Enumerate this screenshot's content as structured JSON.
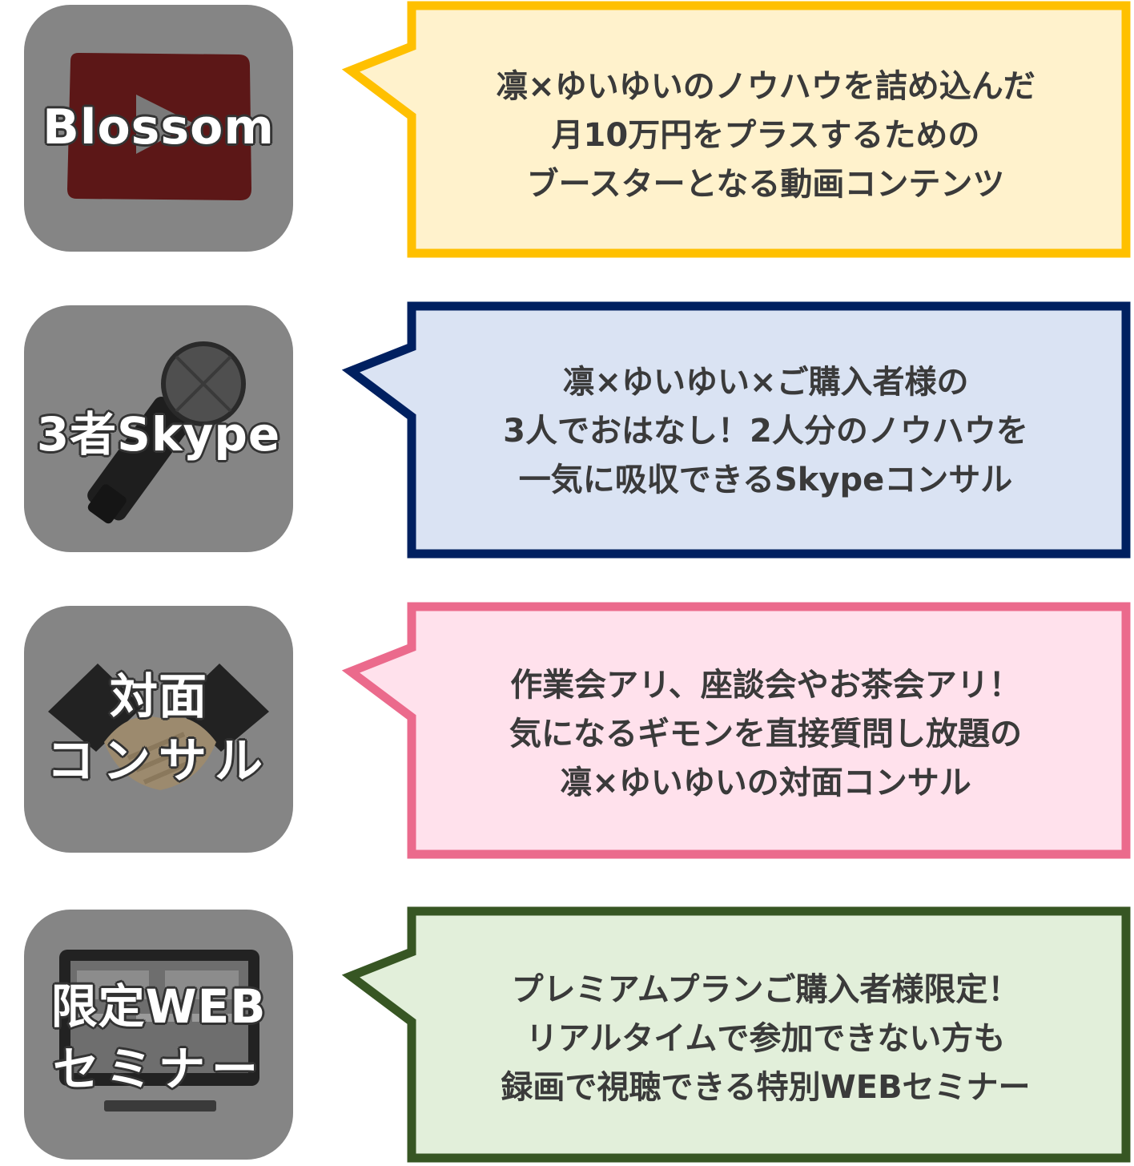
{
  "cards": [
    {
      "label_lines": [
        "Blossom"
      ],
      "icon": "play-button-icon",
      "bubble_border": "#FFC000",
      "bubble_fill": "#FFF2CC",
      "lines": [
        "凛×ゆいゆいのノウハウを詰め込んだ",
        "月10万円をプラスするための",
        "ブースターとなる動画コンテンツ"
      ]
    },
    {
      "label_lines": [
        "3者Skype"
      ],
      "icon": "microphone-icon",
      "bubble_border": "#002060",
      "bubble_fill": "#DAE3F3",
      "lines": [
        "凛×ゆいゆい×ご購入者様の",
        "3人でおはなし！2人分のノウハウを",
        "一気に吸収できるSkypeコンサル"
      ]
    },
    {
      "label_lines": [
        "対面",
        "コンサル"
      ],
      "icon": "handshake-icon",
      "bubble_border": "#EB6A8C",
      "bubble_fill": "#FFE1EC",
      "lines": [
        "作業会アリ、座談会やお茶会アリ！",
        "気になるギモンを直接質問し放題の",
        "凛×ゆいゆいの対面コンサル"
      ]
    },
    {
      "label_lines": [
        "限定WEB",
        "セミナー"
      ],
      "icon": "monitor-icon",
      "bubble_border": "#375623",
      "bubble_fill": "#E2EFDA",
      "lines": [
        "プレミアムプランご購入者様限定！",
        "リアルタイムで参加できない方も",
        "録画で視聴できる特別WEBセミナー"
      ]
    }
  ]
}
